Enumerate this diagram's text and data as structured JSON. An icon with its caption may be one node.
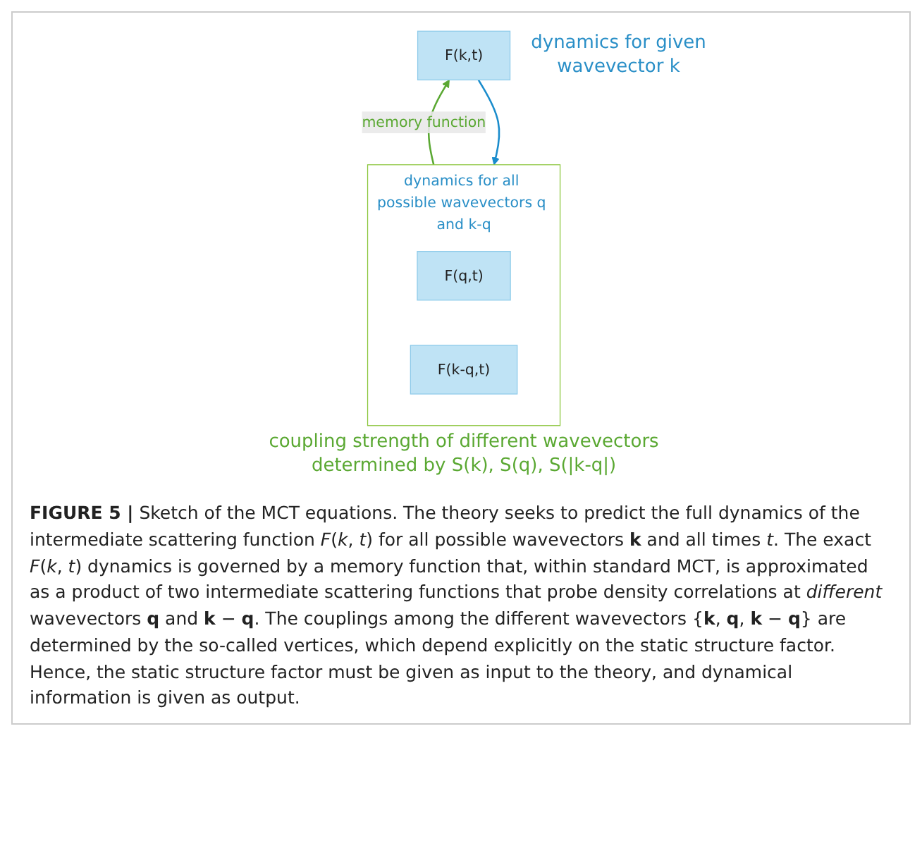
{
  "diagram": {
    "caption": "**FIGURE 5 |** Sketch of the MCT equations. The theory seeks to predict the full dynamics of the intermediate scattering function *F*(*k*, *t*) for all possible wavevectors **k** and all times *t*. The exact *F*(*k*, *t*) dynamics is governed by a memory function that, within standard MCT, is approximated as a product of two intermediate scattering functions that probe density correlations at *different* wavevectors **q** and **k** − **q**. The couplings among the different wavevectors {**k**, **q**, **k** − **q**} are determined by the so-called vertices, which depend explicitly on the static structure factor. Hence, the static structure factor must be given as input to the theory, and dynamical information is given as output.",
    "nodes": [
      {
        "text": [
          "F(k,t)"
        ],
        "beside": [
          "dynamics for given wavevector k"
        ]
      },
      {
        "text": [
          "dynamics for all possible wavevectors q and k-q"
        ],
        "beside": [
          "coupling strength of different wavevectors determined by S(k), S(q), S(|k-q|)"
        ]
      },
      {
        "text": [
          "F(q,t)"
        ],
        "in": 1
      },
      {
        "text": [
          "F(k-q,t)"
        ],
        "in": 1
      }
    ],
    "edges": [
      {
        "from": 0,
        "to": 1,
        "arrow": "to",
        "color": "#1a8ccc"
      },
      {
        "from": 1,
        "to": 0,
        "arrow": "to",
        "label": "memory function",
        "color": "#5aa832"
      }
    ]
  }
}
